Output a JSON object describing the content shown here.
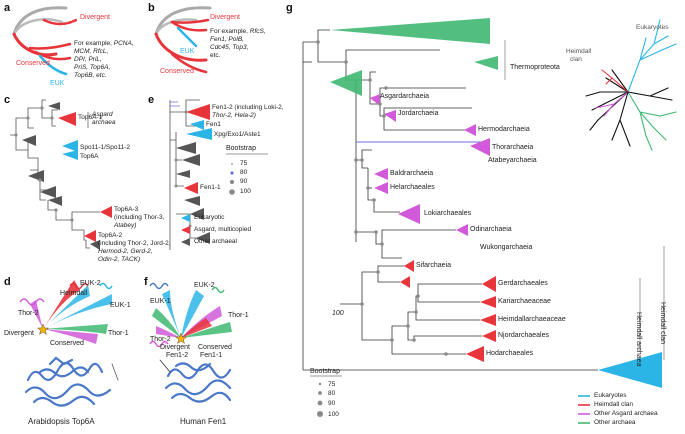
{
  "panels": {
    "a": {
      "letter": "a",
      "divergent": "Divergent",
      "conserved": "Conserved",
      "euk": "EUK",
      "example_prefix": "For example, ",
      "examples": [
        "PCNA,",
        "MCM, RfcL,",
        "DPI, PriL,",
        "PriS, Top6A,",
        "Top6B, etc."
      ]
    },
    "b": {
      "letter": "b",
      "divergent": "Divergent",
      "conserved": "Conserved",
      "euk": "EUK",
      "example_prefix": "For example, ",
      "examples": [
        "RfcS,",
        "Fen1, PolB,",
        "Cdc45, Top3,",
        "etc."
      ]
    },
    "c": {
      "letter": "c",
      "top6a1": "Top6A-1",
      "top6a1_note": [
        "Asgard",
        "archaea"
      ],
      "spo11": "Spo11-1/Spo11-2",
      "top6a": "Top6A",
      "top6a3": "Top6A-3",
      "top6a3_note": [
        "(including Thor-3,",
        "Atabey)"
      ],
      "top6a2": "Top6A-2",
      "top6a2_note": [
        "(including Thor-2, Jord-2,",
        "Hermod-2, Gerd-2,",
        "Odin-2, TACK)"
      ]
    },
    "d": {
      "letter": "d",
      "labels": [
        "EUK-2",
        "Heimdall",
        "EUK-1",
        "Thor-2",
        "Thor-1",
        "Divergent",
        "Conserved"
      ],
      "caption": "Arabidopsis Top6A"
    },
    "e": {
      "letter": "e",
      "fen12": "Fen1-2 (including Loki-2,",
      "fen12_note": "Thor-2, Hela-2)",
      "fen1": "Fen1",
      "xpg": "Xpg/Exo1/Aste1",
      "fen11": "Fen1-1",
      "bootstrap_title": "Bootstrap",
      "bootstrap_values": [
        "75",
        "80",
        "90",
        "100"
      ],
      "legend": [
        "Eukaryotic",
        "Asgard, multicopied",
        "Other archaeal"
      ]
    },
    "f": {
      "letter": "f",
      "labels": [
        "EUK-2",
        "EUK-1",
        "Thor-1",
        "Thor-2",
        "Divergent",
        "Conserved",
        "Fen1-2",
        "Fen1-1"
      ],
      "caption": "Human Fen1"
    },
    "g": {
      "letter": "g",
      "clades": {
        "thermoproteota": "Thermoproteota",
        "asgard": "Asgardarchaeia",
        "jord": "Jordarchaeia",
        "hermod": "Hermodarchaeia",
        "thor": "Thorarchaeia",
        "atabey": "Atabeyarchaeia",
        "baldr": "Baldrarchaeia",
        "hela": "Helarchaeales",
        "loki": "Lokiarchaeales",
        "odin": "Odinarchaeia",
        "wukong": "Wukongarchaeia",
        "sif": "Sifarchaeia",
        "gerd": "Gerdarchaeales",
        "kari": "Kariarchaeaceae",
        "heimdallaceae": "Heimdallarchaeaceae",
        "njord": "Njordarchaeales",
        "hod": "Hodarchaeales"
      },
      "node_100": "100",
      "heimdall_clan_side": "Heimdall clan",
      "heimdall_archaea_side": "Heimdall archaea",
      "inset_eukaryotes": "Eukaryotes",
      "inset_heimdall": [
        "Heimdall",
        "clan"
      ],
      "bootstrap_title": "Bootstrap",
      "bootstrap_values": [
        "75",
        "80",
        "90",
        "100"
      ],
      "legend": [
        "Eukaryotes",
        "Heimdall clan",
        "Other Asgard archaea",
        "Other archaea"
      ]
    }
  },
  "colors": {
    "red": "#e8343b",
    "blue": "#2bb5e6",
    "magenta": "#d05ad8",
    "green": "#3fb872",
    "grey": "#555555",
    "node": "#8a8a8a"
  }
}
